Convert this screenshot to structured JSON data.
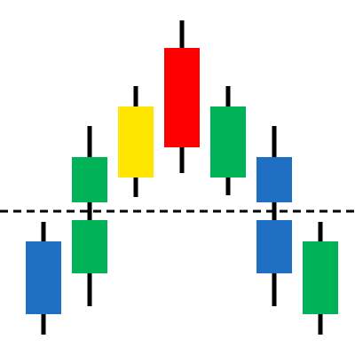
{
  "chart_data": {
    "type": "candlestick",
    "title": "",
    "xlabel": "",
    "ylabel": "",
    "ylim": [
      0,
      400
    ],
    "grid": false,
    "legend": "none",
    "reference_line": {
      "value": 162,
      "style": "dashed",
      "color": "#000000"
    },
    "candles": [
      {
        "wick_low": 23,
        "wick_high": 150,
        "body_low": 46,
        "body_high": 128,
        "color": "#1F6FC5"
      },
      {
        "wick_low": 55,
        "wick_high": 258,
        "body_low": 92,
        "body_high": 152,
        "color": "#00B359"
      },
      {
        "wick_low": 178,
        "wick_high": 258,
        "body_low": 172,
        "body_high": 223,
        "color": "#00B359"
      },
      {
        "wick_low": 178,
        "wick_high": 303,
        "body_low": 200,
        "body_high": 280,
        "color": "#FFE600"
      },
      {
        "wick_low": 205,
        "wick_high": 377,
        "body_low": 234,
        "body_high": 346,
        "color": "#FF0000"
      },
      {
        "wick_low": 180,
        "wick_high": 303,
        "body_low": 200,
        "body_high": 280,
        "color": "#00B359"
      },
      {
        "wick_low": 160,
        "wick_high": 258,
        "body_low": 172,
        "body_high": 223,
        "color": "#1F6FC5"
      },
      {
        "wick_low": 55,
        "wick_high": 160,
        "body_low": 92,
        "body_high": 152,
        "color": "#1F6FC5"
      },
      {
        "wick_low": 23,
        "wick_high": 150,
        "body_low": 46,
        "body_high": 128,
        "color": "#00B359"
      }
    ]
  }
}
